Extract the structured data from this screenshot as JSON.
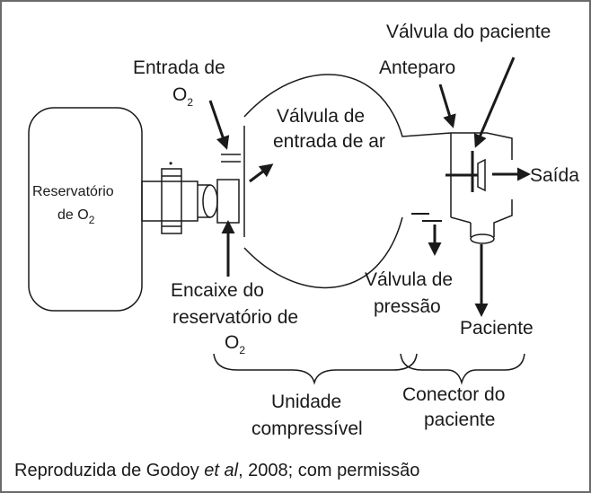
{
  "labels": {
    "reservoir_line1": "Reservatório",
    "reservoir_line2_prefix": "de O",
    "reservoir_line2_sub": "2",
    "oxygen_inlet_line1": "Entrada de",
    "oxygen_inlet_line2_prefix": "O",
    "oxygen_inlet_line2_sub": "2",
    "air_valve_line1": "Válvula de",
    "air_valve_line2": "entrada de ar",
    "patient_valve": "Válvula do paciente",
    "baffle": "Anteparo",
    "outlet": "Saída",
    "pressure_valve_line1": "Válvula de",
    "pressure_valve_line2": "pressão",
    "patient": "Paciente",
    "reservoir_fitting_line1": "Encaixe do",
    "reservoir_fitting_line2": "reservatório de",
    "reservoir_fitting_line3_prefix": "O",
    "reservoir_fitting_line3_sub": "2",
    "compressible_unit_line1": "Unidade",
    "compressible_unit_line2": "compressível",
    "patient_connector_line1": "Conector do",
    "patient_connector_line2": "paciente",
    "dot_marker": "•"
  },
  "caption": {
    "text_before": "Reproduzida de Godoy ",
    "italic": "et al",
    "text_after": ", 2008; com permissão"
  },
  "colors": {
    "stroke": "#1a1a1a",
    "border": "#6b6b6b",
    "background": "#ffffff"
  }
}
